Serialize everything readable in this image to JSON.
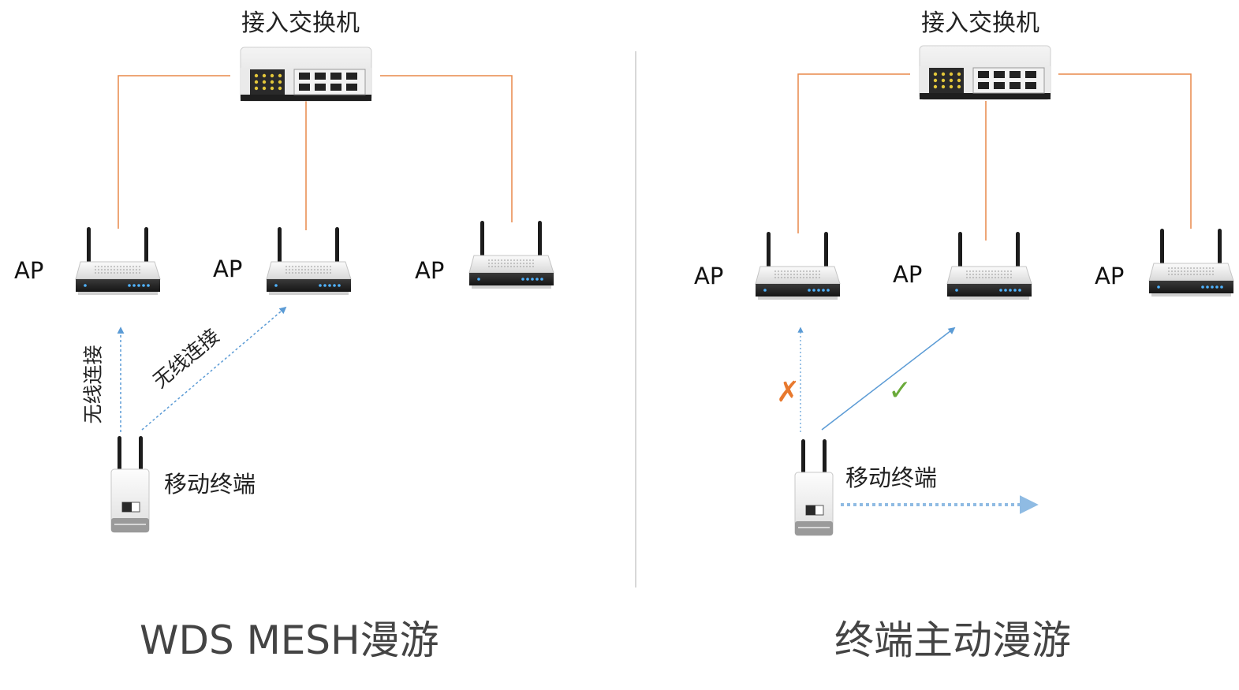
{
  "left_panel": {
    "switch_label": "接入交换机",
    "ap_labels": [
      "AP",
      "AP",
      "AP"
    ],
    "terminal_label": "移动终端",
    "link_label_vertical": "无线连接",
    "link_label_diagonal": "无线连接",
    "caption": "WDS MESH漫游"
  },
  "right_panel": {
    "switch_label": "接入交换机",
    "ap_labels": [
      "AP",
      "AP",
      "AP"
    ],
    "terminal_label": "移动终端",
    "fail_mark": "✗",
    "ok_mark": "✓",
    "caption": "终端主动漫游"
  },
  "colors": {
    "cable": "#e8894a",
    "wireless": "#5b9bd5",
    "movement": "#8fbbe3",
    "fail": "#e8792e",
    "ok": "#6aaa3a",
    "divider": "#cccccc"
  },
  "icons": [
    "switch-icon",
    "router-icon",
    "terminal-icon"
  ]
}
